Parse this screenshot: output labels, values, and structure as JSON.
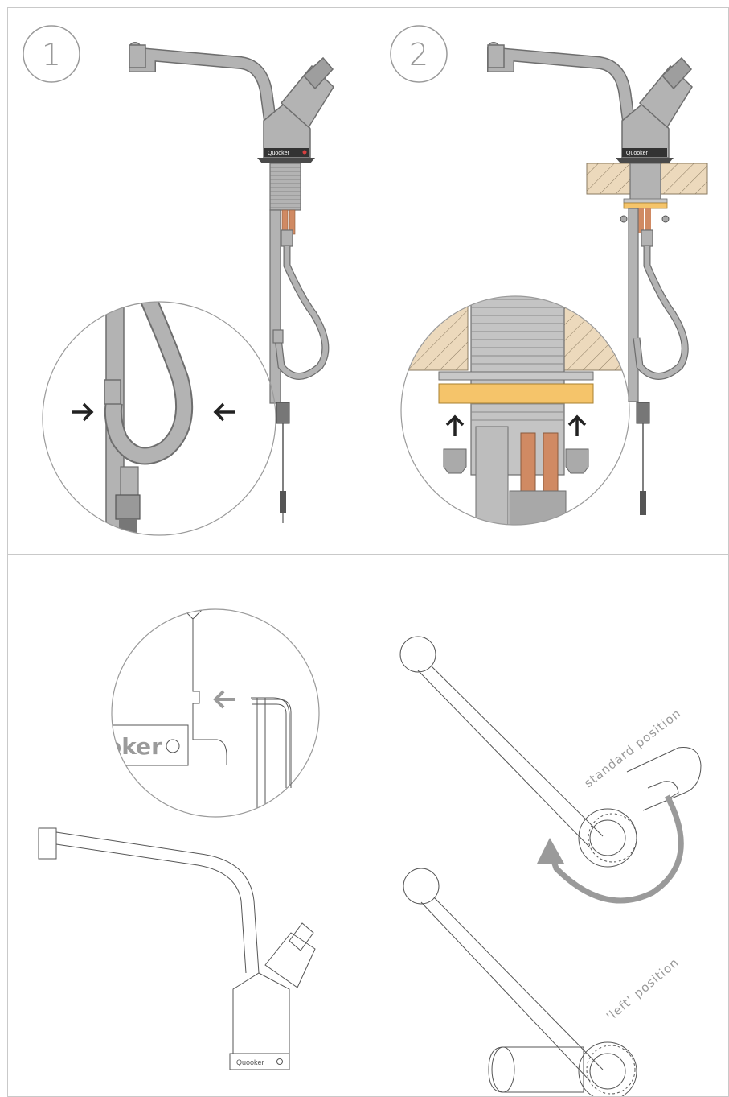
{
  "steps": {
    "step1": "1",
    "step2": "2"
  },
  "brand": {
    "tap_logo": "Quooker",
    "zoom_logo_partial": "oker"
  },
  "positions": {
    "standard": "standard position",
    "left": "'left' position"
  },
  "colors": {
    "tap_grey": "#aaaaaa",
    "tap_dark": "#4a4a4a",
    "copper": "#d08a63",
    "wood": "#ecd9bc",
    "washer": "#f5c46a",
    "arrow_grey": "#9a9a9a",
    "line_grey": "#bdbdbd"
  },
  "icons": [
    "arrow-right-icon",
    "arrow-left-icon",
    "arrow-up-icon",
    "rotate-arrow-icon",
    "allen-key-icon"
  ]
}
